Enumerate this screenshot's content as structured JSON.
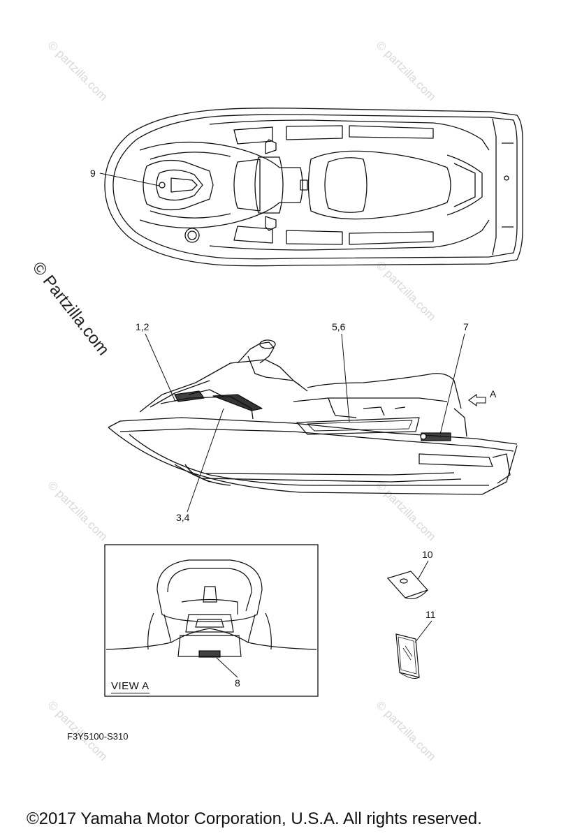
{
  "watermark": {
    "small_text": "© partzilla.com",
    "large_text": "© Partzilla.com"
  },
  "callouts": {
    "c9": "9",
    "c1_2": "1,2",
    "c5_6": "5,6",
    "c7": "7",
    "cA": "A",
    "c3_4": "3,4",
    "c10": "10",
    "c11": "11",
    "c8": "8"
  },
  "view_label": "VIEW A",
  "drawing_code": "F3Y5100-S310",
  "copyright": "©2017  Yamaha Motor Corporation, U.S.A. All rights reserved."
}
